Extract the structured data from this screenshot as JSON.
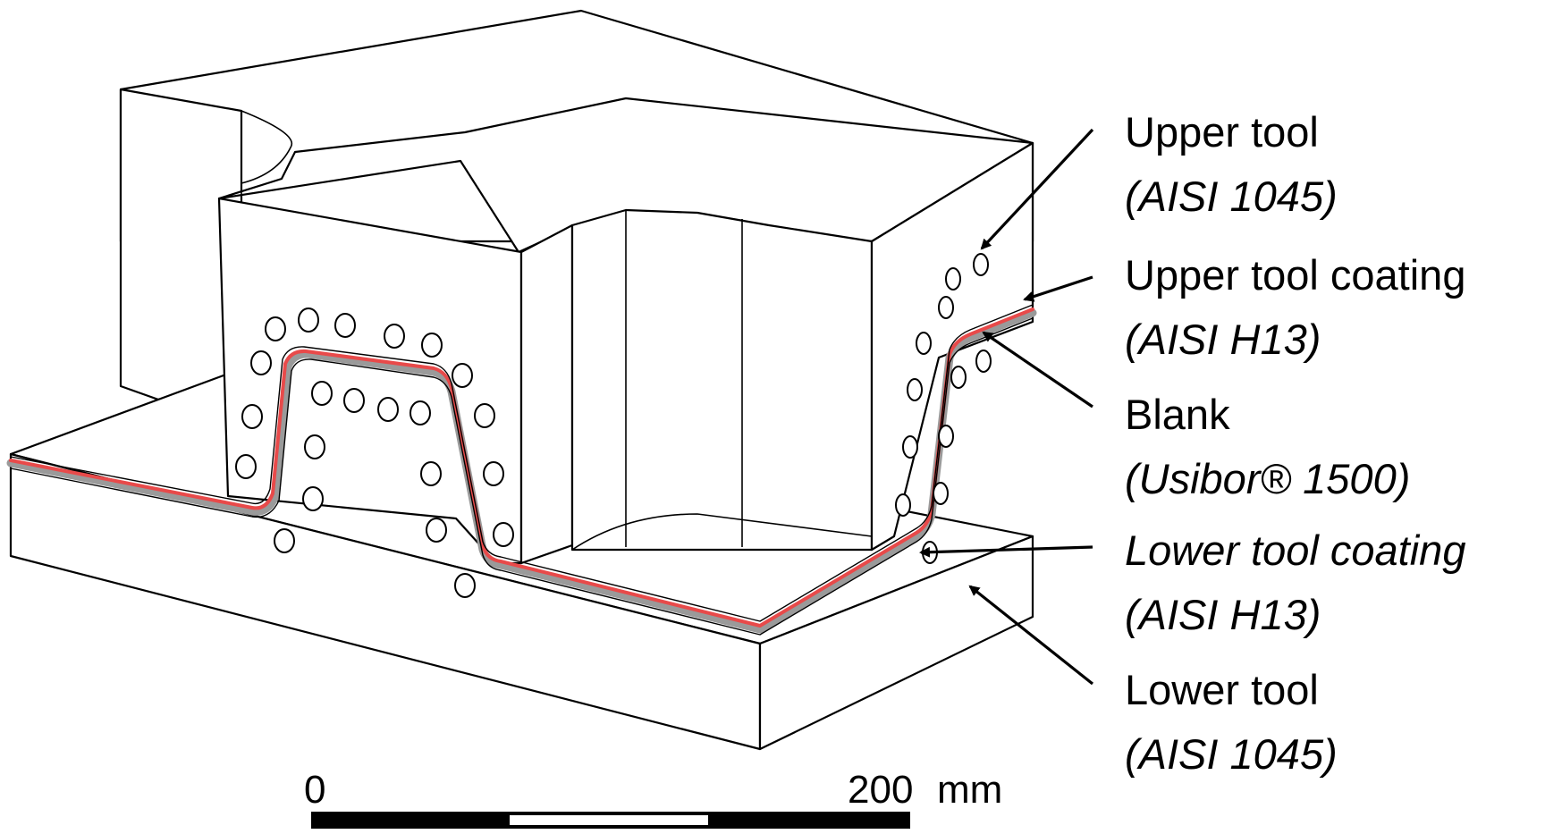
{
  "labels": {
    "upper_tool": "Upper tool",
    "upper_tool_mat": "(AISI 1045)",
    "upper_coating": "Upper tool coating",
    "upper_coating_mat": "(AISI H13)",
    "blank": "Blank",
    "blank_mat": "(Usibor® 1500)",
    "lower_coating": "Lower tool coating",
    "lower_coating_mat": "(AISI H13)",
    "lower_tool": "Lower tool",
    "lower_tool_mat": "(AISI 1045)"
  },
  "scale_bar": {
    "start": "0",
    "end": "200",
    "unit": "mm"
  },
  "colors": {
    "blank": "#e84a4a",
    "line": "#000000",
    "coating": "#9a9a9a"
  }
}
